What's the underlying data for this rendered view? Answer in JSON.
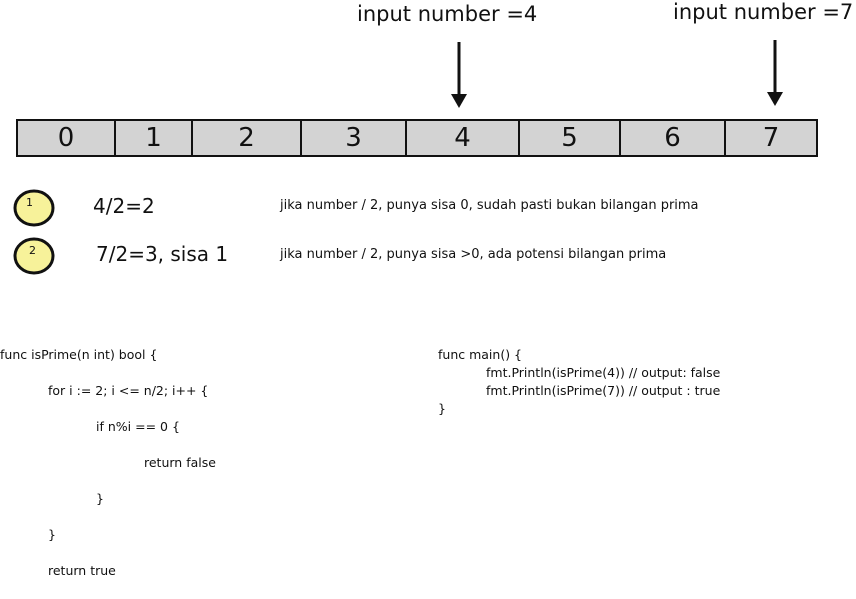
{
  "labels": {
    "input_4": "input number =4",
    "input_7": "input number =7"
  },
  "array": {
    "cells": [
      "0",
      "1",
      "2",
      "3",
      "4",
      "5",
      "6",
      "7"
    ]
  },
  "steps": [
    {
      "badge": "1",
      "calc": "4/2=2",
      "note": "jika number / 2, punya sisa 0, sudah pasti bukan bilangan prima"
    },
    {
      "badge": "2",
      "calc": "7/2=3, sisa 1",
      "note": "jika number / 2, punya sisa >0, ada potensi bilangan prima"
    }
  ],
  "code_isprime": [
    "func isPrime(n int) bool {",
    "for i := 2; i <= n/2; i++ {",
    "if n%i == 0 {",
    "return false",
    "}",
    "}",
    "return true"
  ],
  "code_main": [
    "func main() {",
    "fmt.Println(isPrime(4)) // output: false",
    "fmt.Println(isPrime(7)) // output : true",
    "}"
  ],
  "colors": {
    "cell_fill": "#d3d3d3",
    "badge_fill": "#f7f29a",
    "ink": "#111111"
  }
}
